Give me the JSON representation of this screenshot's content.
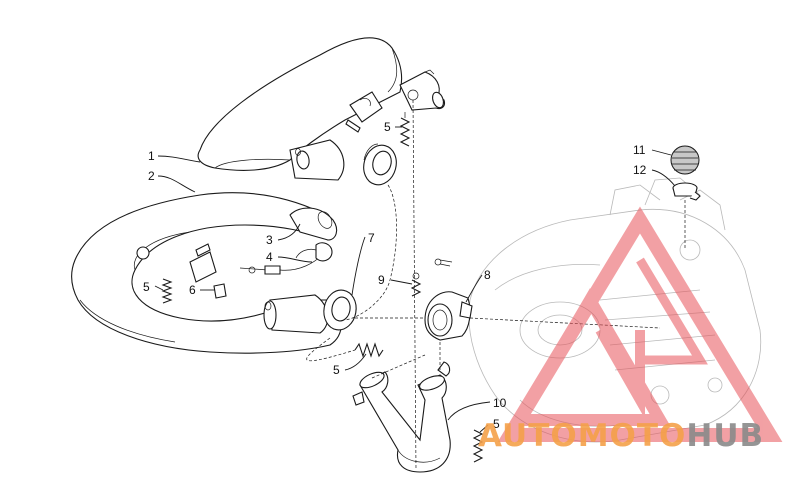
{
  "callouts": {
    "c1": "1",
    "c2": "2",
    "c3": "3",
    "c4": "4",
    "c5a": "5",
    "c5b": "5",
    "c5c": "5",
    "c5d": "5",
    "c6": "6",
    "c7": "7",
    "c8": "8",
    "c9": "9",
    "c10": "10",
    "c11": "11",
    "c12": "12"
  },
  "watermark": {
    "word_orange": "AUTOMOTO",
    "word_gray": "HUB",
    "color_orange": "#f5a14a",
    "color_gray": "#8a8a8a",
    "color_triangle": "#e8545a"
  },
  "icons": {
    "logo": "triangle-logo-icon"
  }
}
